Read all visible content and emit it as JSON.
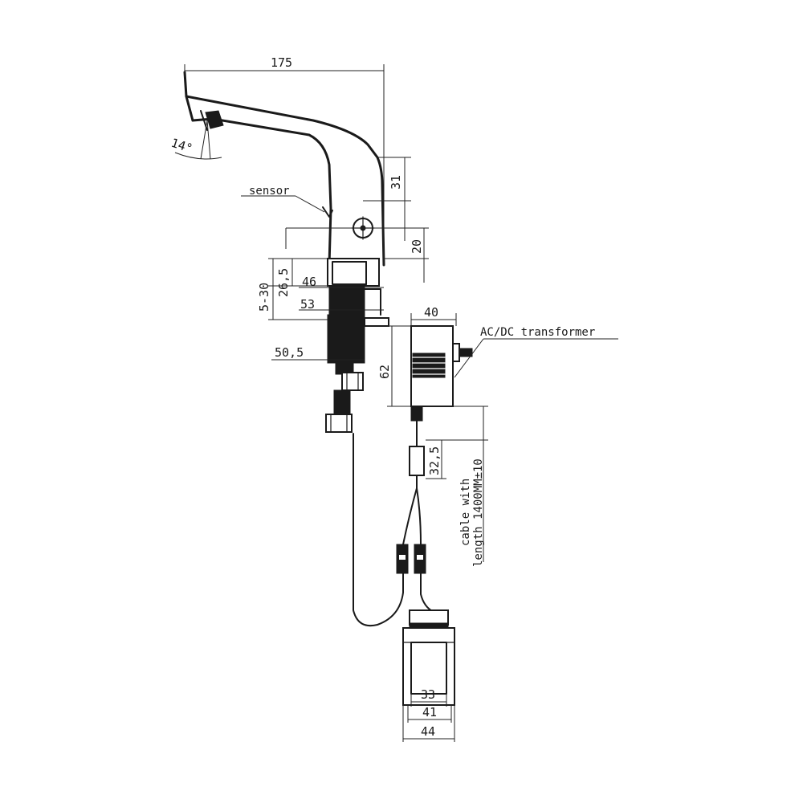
{
  "dimensions": {
    "d175": "175",
    "d14deg": "14°",
    "d31": "31",
    "d20": "20",
    "d26_5": "26,5",
    "d5_30": "5-30",
    "d46": "46",
    "d53": "53",
    "d50_5": "50,5",
    "d62": "62",
    "d40": "40",
    "d32_5": "32,5",
    "d33": "33",
    "d41": "41",
    "d44": "44"
  },
  "labels": {
    "sensor": "sensor",
    "transformer": "AC/DC transformer",
    "cable_line1": "cable with",
    "cable_line2": "length 1400MM±10"
  }
}
